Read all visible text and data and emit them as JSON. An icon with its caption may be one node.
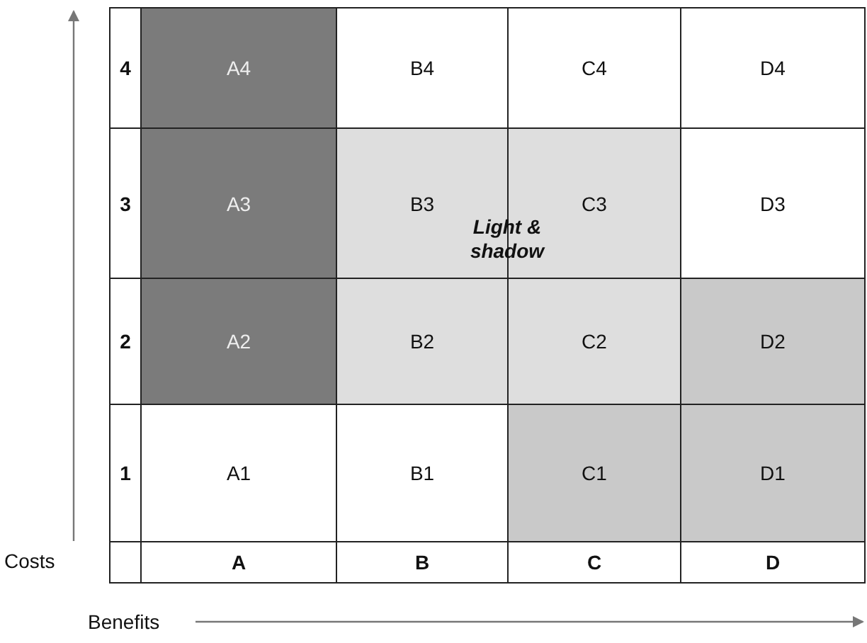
{
  "diagram": {
    "labels": [
      "4",
      "A4",
      "B4",
      "C4",
      "D4",
      "3",
      "A3",
      "B3",
      "C3",
      "D3",
      "2",
      "A2",
      "B2",
      "C2",
      "D2",
      "1",
      "A1",
      "B1",
      "C1",
      "D1",
      "Costs",
      "A",
      "B",
      "C",
      "D",
      "Light & shadow",
      "Benefits"
    ]
  }
}
